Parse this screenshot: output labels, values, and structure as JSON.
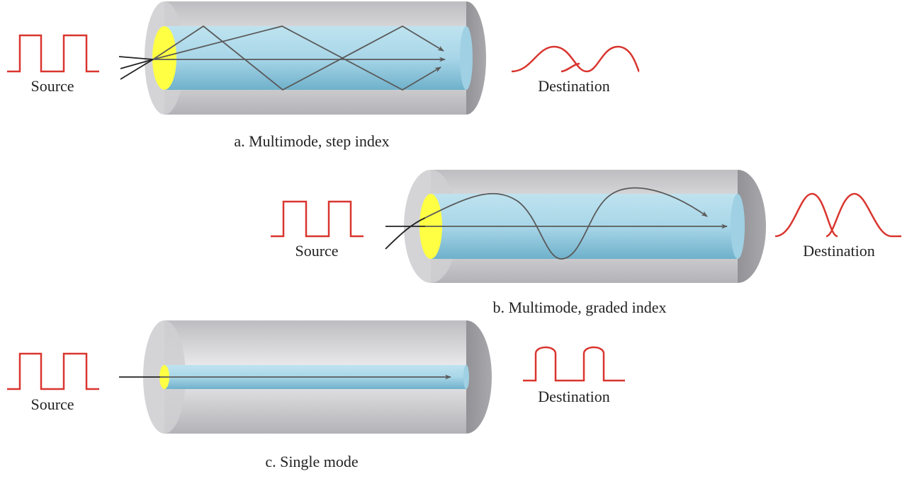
{
  "colors": {
    "signal": "#d9352f",
    "ray": "#5a5a5a",
    "input_ray": "#222222",
    "core_face": "#ffff44",
    "core": "#8ec9e0",
    "cladding": "#d9d9dc",
    "cladding_end": "#8a8a8e"
  },
  "icons": {
    "source_pulse": "square-pulse-train",
    "dest_pulse": "dispersed-pulse-train",
    "fiber": "optical-fiber-cylinder"
  },
  "panels": [
    {
      "id": "step-index",
      "caption": "a. Multimode, step index",
      "source_label": "Source",
      "destination_label": "Destination"
    },
    {
      "id": "graded-index",
      "caption": "b. Multimode, graded index",
      "source_label": "Source",
      "destination_label": "Destination"
    },
    {
      "id": "single-mode",
      "caption": "c. Single mode",
      "source_label": "Source",
      "destination_label": "Destination"
    }
  ]
}
